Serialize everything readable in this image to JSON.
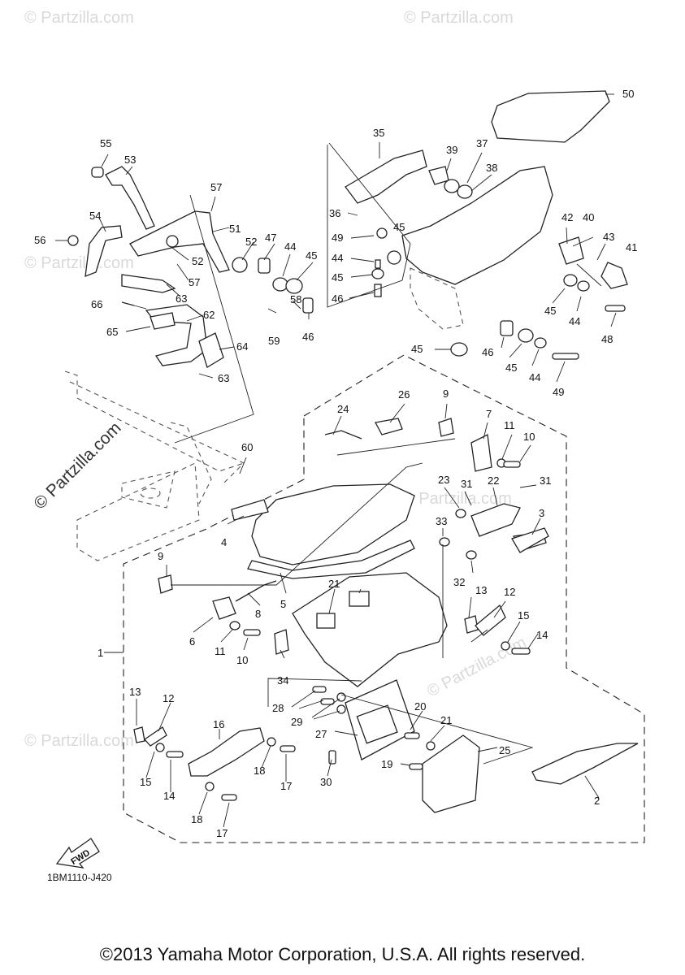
{
  "diagram_code": "1BM1110-J420",
  "copyright": "©2013 Yamaha Motor Corporation, U.S.A. All rights reserved.",
  "watermark": "© Partzilla.com",
  "fwd_label": "FWD",
  "callouts": {
    "c1": "1",
    "c2": "2",
    "c3": "3",
    "c4": "4",
    "c5": "5",
    "c6": "6",
    "c7": "7",
    "c8": "8",
    "c9a": "9",
    "c9b": "9",
    "c10a": "10",
    "c10b": "10",
    "c11a": "11",
    "c11b": "11",
    "c12a": "12",
    "c12b": "12",
    "c13a": "13",
    "c13b": "13",
    "c14a": "14",
    "c14b": "14",
    "c15a": "15",
    "c15b": "15",
    "c16": "16",
    "c17a": "17",
    "c17b": "17",
    "c18a": "18",
    "c18b": "18",
    "c19": "19",
    "c20": "20",
    "c21a": "21",
    "c21b": "21",
    "c22": "22",
    "c23": "23",
    "c24": "24",
    "c25": "25",
    "c26": "26",
    "c27": "27",
    "c28": "28",
    "c29": "29",
    "c30": "30",
    "c31a": "31",
    "c31b": "31",
    "c32": "32",
    "c33": "33",
    "c34": "34",
    "c35": "35",
    "c36": "36",
    "c37": "37",
    "c38": "38",
    "c39": "39",
    "c40": "40",
    "c41": "41",
    "c42": "42",
    "c43": "43",
    "c44a": "44",
    "c44b": "44",
    "c44c": "44",
    "c44d": "44",
    "c45a": "45",
    "c45b": "45",
    "c45c": "45",
    "c45d": "45",
    "c45e": "45",
    "c45f": "45",
    "c46a": "46",
    "c46b": "46",
    "c46c": "46",
    "c47": "47",
    "c48": "48",
    "c49a": "49",
    "c49b": "49",
    "c50": "50",
    "c51": "51",
    "c52a": "52",
    "c52b": "52",
    "c53": "53",
    "c54": "54",
    "c55": "55",
    "c56": "56",
    "c57a": "57",
    "c57b": "57",
    "c58": "58",
    "c59": "59",
    "c60": "60",
    "c62": "62",
    "c63a": "63",
    "c63b": "63",
    "c64": "64",
    "c65": "65",
    "c66": "66"
  }
}
